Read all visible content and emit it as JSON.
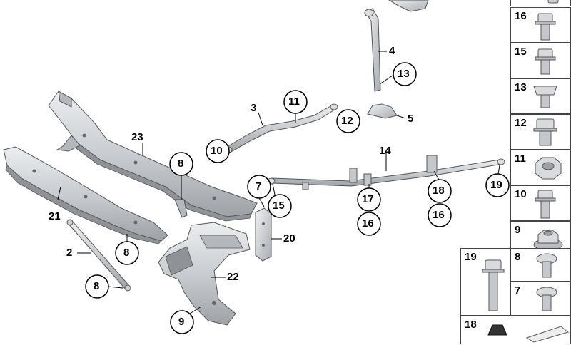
{
  "callouts": [
    {
      "id": "lbl-23",
      "text": "23"
    },
    {
      "id": "lbl-21",
      "text": "21"
    },
    {
      "id": "lbl-8a",
      "text": "8"
    },
    {
      "id": "lbl-8b",
      "text": "8"
    },
    {
      "id": "lbl-8c",
      "text": "8"
    },
    {
      "id": "lbl-2",
      "text": "2"
    },
    {
      "id": "lbl-3",
      "text": "3"
    },
    {
      "id": "lbl-11",
      "text": "11"
    },
    {
      "id": "lbl-10",
      "text": "10"
    },
    {
      "id": "lbl-12",
      "text": "12"
    },
    {
      "id": "lbl-4",
      "text": "4"
    },
    {
      "id": "lbl-13",
      "text": "13"
    },
    {
      "id": "lbl-5",
      "text": "5"
    },
    {
      "id": "lbl-14",
      "text": "14"
    },
    {
      "id": "lbl-7",
      "text": "7"
    },
    {
      "id": "lbl-15",
      "text": "15"
    },
    {
      "id": "lbl-17",
      "text": "17"
    },
    {
      "id": "lbl-16a",
      "text": "16"
    },
    {
      "id": "lbl-18",
      "text": "18"
    },
    {
      "id": "lbl-16b",
      "text": "16"
    },
    {
      "id": "lbl-19",
      "text": "19"
    },
    {
      "id": "lbl-20",
      "text": "20"
    },
    {
      "id": "lbl-22",
      "text": "22"
    },
    {
      "id": "lbl-9",
      "text": "9"
    }
  ],
  "catalog": [
    {
      "id": "16",
      "text": "16",
      "icon": "hex-flange-bolt-icon"
    },
    {
      "id": "15",
      "text": "15",
      "icon": "hex-flange-bolt-icon"
    },
    {
      "id": "13",
      "text": "13",
      "icon": "clip-nut-icon"
    },
    {
      "id": "12",
      "text": "12",
      "icon": "hex-flange-bolt-icon"
    },
    {
      "id": "11",
      "text": "11",
      "icon": "hex-nut-icon"
    },
    {
      "id": "10",
      "text": "10",
      "icon": "hex-flange-bolt-icon"
    },
    {
      "id": "9",
      "text": "9",
      "icon": "flange-nut-icon"
    },
    {
      "id": "19",
      "text": "19",
      "icon": "long-hex-bolt-icon"
    },
    {
      "id": "8",
      "text": "8",
      "icon": "torx-bolt-icon"
    },
    {
      "id": "7",
      "text": "7",
      "icon": "torx-bolt-icon"
    },
    {
      "id": "18",
      "text": "18",
      "icon": "rubber-clip-icon"
    }
  ]
}
